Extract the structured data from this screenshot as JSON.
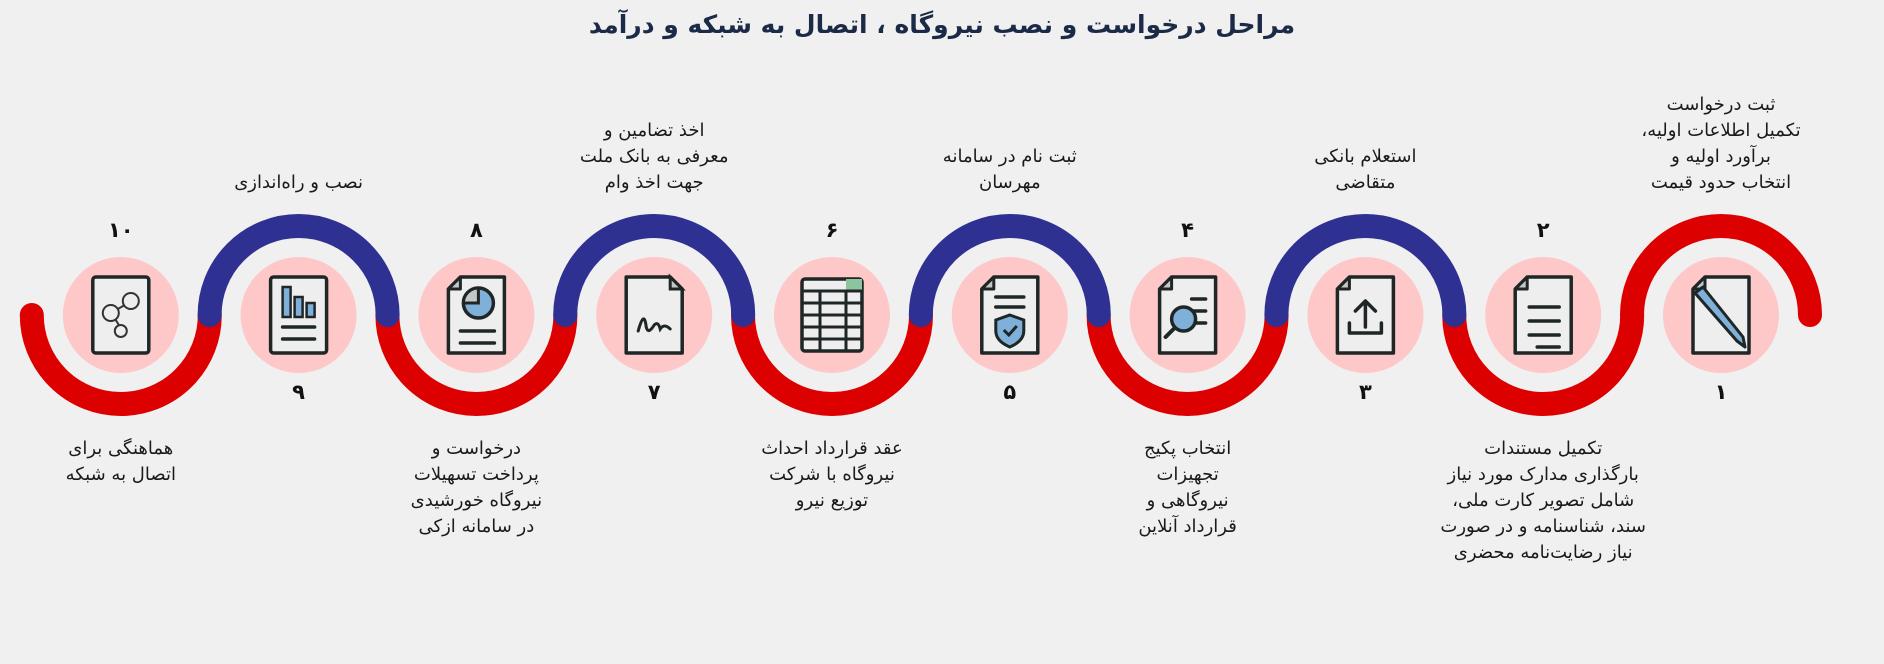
{
  "title": "مراحل درخواست و نصب نیروگاه ، اتصال به شبکه و درآمد",
  "colors": {
    "red": "#dd0000",
    "blue": "#2e3192",
    "circle": "#ffc8c8",
    "background": "#f0f0f0"
  },
  "steps": [
    {
      "number": "۱",
      "icon": "pencil-document-icon",
      "lines": [
        "ثبت درخواست",
        "تکمیل اطلاعات اولیه،",
        "برآورد اولیه و",
        "انتخاب حدود قیمت"
      ]
    },
    {
      "number": "۲",
      "icon": "text-document-icon",
      "lines": [
        "تکمیل مستندات",
        "بارگذاری مدارک مورد نیاز",
        "شامل تصویر کارت ملی،",
        "سند، شناسنامه و در صورت",
        "نیاز رضایت‌نامه محضری"
      ]
    },
    {
      "number": "۳",
      "icon": "upload-document-icon",
      "lines": [
        "استعلام بانکی",
        "متقاضی"
      ]
    },
    {
      "number": "۴",
      "icon": "search-document-icon",
      "lines": [
        "انتخاب پکیج",
        "تجهیزات",
        "نیروگاهی و",
        "قرارداد آنلاین"
      ]
    },
    {
      "number": "۵",
      "icon": "shield-document-icon",
      "lines": [
        "ثبت نام در سامانه",
        "مهرسان"
      ]
    },
    {
      "number": "۶",
      "icon": "spreadsheet-icon",
      "lines": [
        "عقد قرارداد احداث",
        "نیروگاه با شرکت",
        "توزیع نیرو"
      ]
    },
    {
      "number": "۷",
      "icon": "signature-document-icon",
      "lines": [
        "اخذ تضامین و",
        "معرفی به بانک ملت",
        "جهت اخذ وام"
      ]
    },
    {
      "number": "۸",
      "icon": "pie-chart-document-icon",
      "lines": [
        "درخواست و",
        "پرداخت تسهیلات",
        "نیروگاه خورشیدی",
        "در سامانه ازکی"
      ]
    },
    {
      "number": "۹",
      "icon": "bar-chart-document-icon",
      "lines": [
        "نصب و راه‌اندازی"
      ]
    },
    {
      "number": "۱۰",
      "icon": "network-users-document-icon",
      "lines": [
        "هماهنگی برای",
        "اتصال به شبکه"
      ]
    }
  ]
}
